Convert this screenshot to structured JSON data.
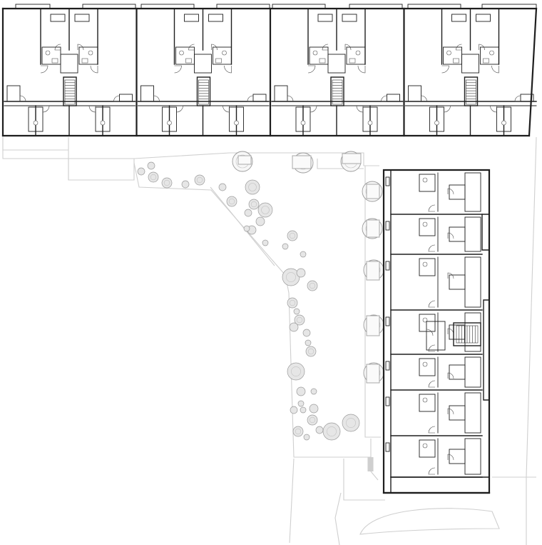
{
  "plan": {
    "kind": "floor-plan",
    "colors": {
      "walls": "#1e1e1e",
      "site_lines": "#cfcfcf",
      "vegetation": "#9a9a9a",
      "background": "#ffffff"
    },
    "north_block": {
      "bays": 4,
      "stairs_per_bay": 1
    },
    "east_block": {
      "unit_rows": 7,
      "stairs": 1
    },
    "courtyard": {
      "large_trees": 7,
      "shrubs": 42
    }
  }
}
